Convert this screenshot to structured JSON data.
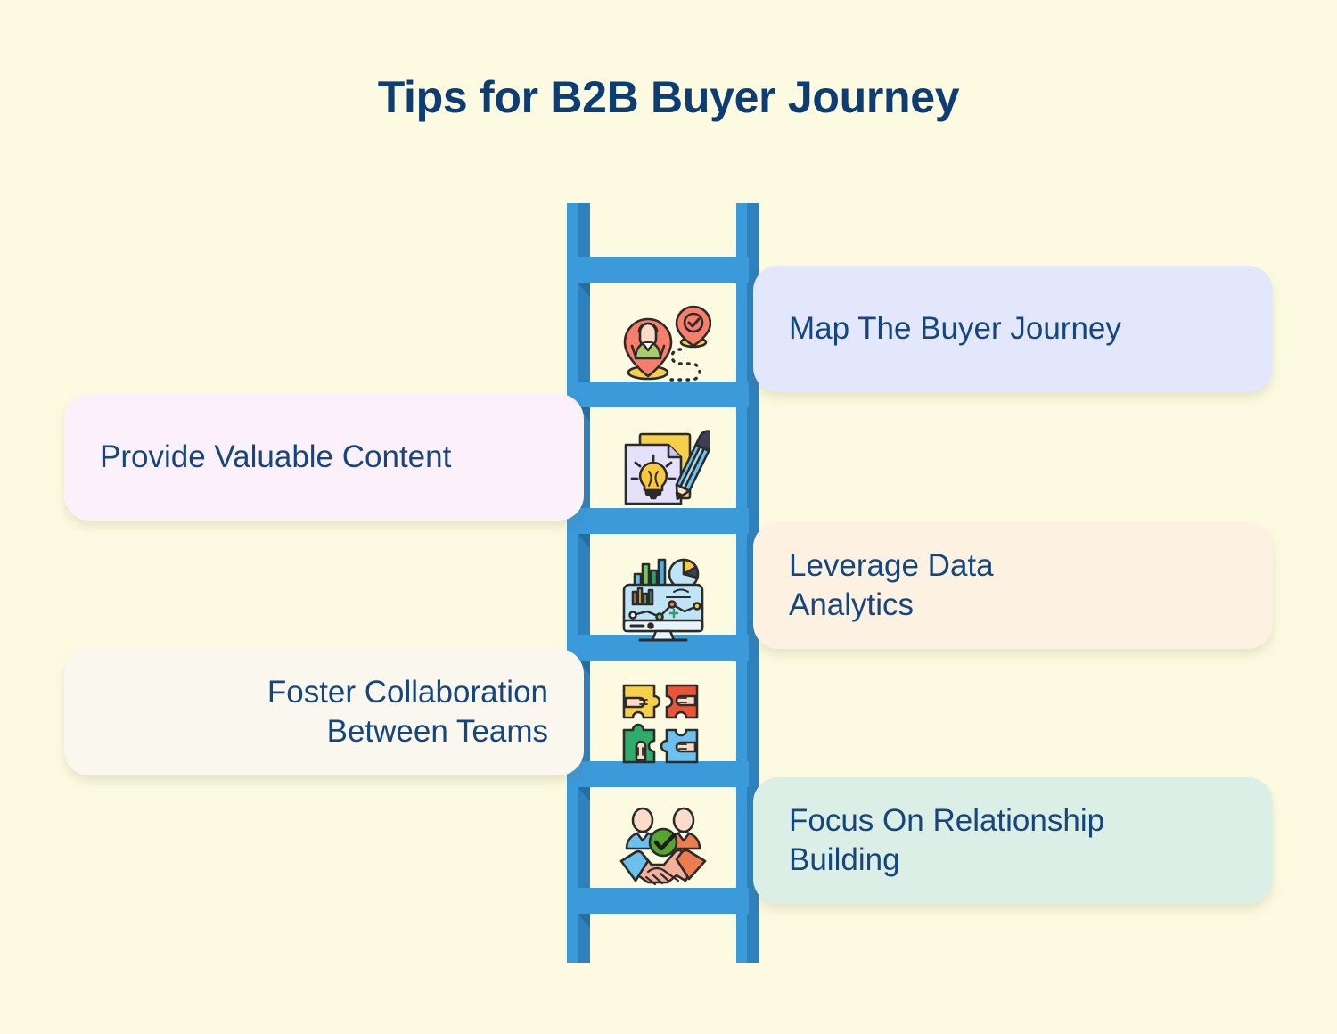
{
  "page": {
    "background_color": "#fcfbe2",
    "title": "Tips for B2B Buyer Journey",
    "title_color": "#0d3d73",
    "text_color": "#14477f"
  },
  "ladder": {
    "rail_color": "#3b9ada",
    "rail_shade_color": "#2d81bd",
    "rung_count": 6
  },
  "steps": [
    {
      "index": 1,
      "label": "Map The Buyer Journey",
      "side": "right",
      "align": "left",
      "card_color": "#e3e7fb",
      "icon": "map-pin-journey-icon"
    },
    {
      "index": 2,
      "label": "Provide Valuable Content",
      "side": "left",
      "align": "left",
      "card_color": "#fcf0fa",
      "icon": "document-lightbulb-pencil-icon"
    },
    {
      "index": 3,
      "label": "Leverage Data\nAnalytics",
      "side": "right",
      "align": "left",
      "card_color": "#fdf1e1",
      "icon": "analytics-monitor-icon"
    },
    {
      "index": 4,
      "label": "Foster Collaboration\nBetween Teams",
      "side": "left",
      "align": "right",
      "card_color": "#faf7ee",
      "icon": "puzzle-pieces-hands-icon"
    },
    {
      "index": 5,
      "label": "Focus On Relationship\nBuilding",
      "side": "right",
      "align": "left",
      "card_color": "#dcefe6",
      "icon": "handshake-people-check-icon"
    }
  ]
}
